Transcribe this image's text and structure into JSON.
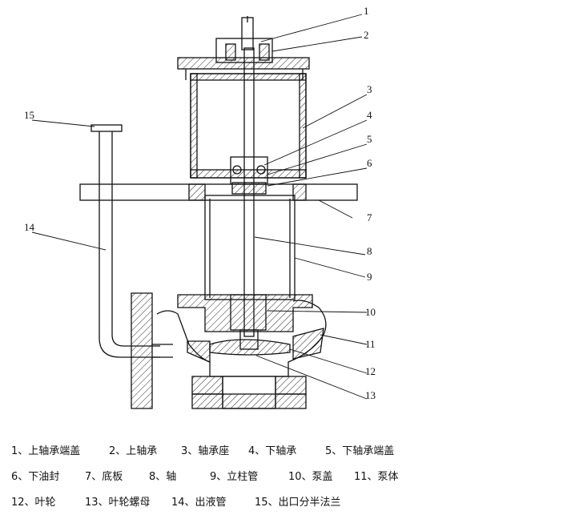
{
  "callout_numbers": [
    "1",
    "2",
    "3",
    "4",
    "5",
    "6",
    "7",
    "8",
    "9",
    "10",
    "11",
    "12",
    "13",
    "14",
    "15"
  ],
  "legend": {
    "rows": [
      [
        "1、上轴承端盖",
        "2、上轴承",
        "3、轴承座",
        "4、下轴承",
        "5、下轴承端盖"
      ],
      [
        "6、下油封",
        "7、底板",
        "8、轴",
        "9、立柱管",
        "10、泵盖",
        "11、泵体"
      ],
      [
        "12、叶轮",
        "13、叶轮螺母",
        "14、出液管",
        "15、出口分半法兰"
      ]
    ]
  }
}
